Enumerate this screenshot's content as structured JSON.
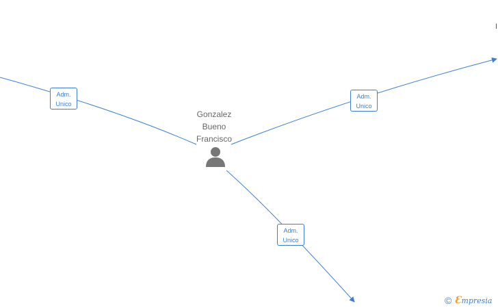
{
  "person": {
    "name_line1": "Gonzalez",
    "name_line2": "Bueno",
    "name_line3": "Francisco",
    "icon": "person-icon"
  },
  "relations": [
    {
      "role_line1": "Adm.",
      "role_line2": "Unico"
    },
    {
      "role_line1": "Adm.",
      "role_line2": "Unico"
    },
    {
      "role_line1": "Adm.",
      "role_line2": "Unico"
    }
  ],
  "clipped_text": "I",
  "watermark": {
    "symbol": "©",
    "brand_first": "Ɛ",
    "brand_rest": "mpresia"
  },
  "colors": {
    "edge": "#3a7fd5",
    "label": "#666666",
    "icon": "#777777"
  }
}
